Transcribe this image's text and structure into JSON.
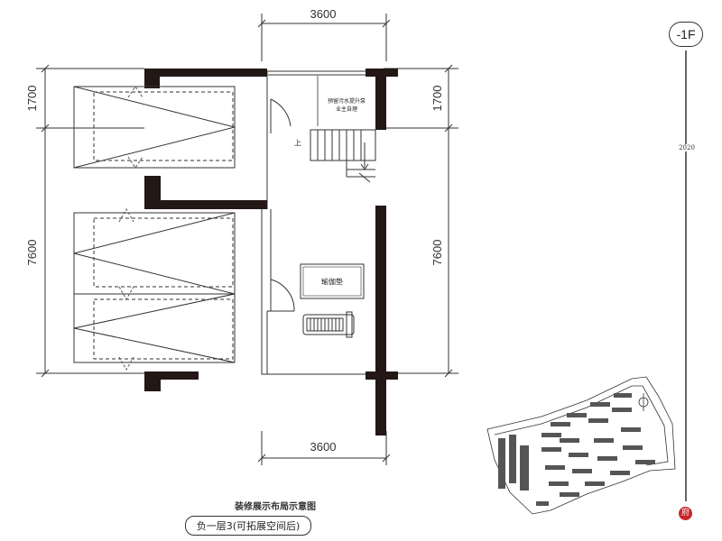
{
  "dimensions": {
    "top_width": "3600",
    "bottom_width": "3600",
    "left_top": "1700",
    "left_main": "7600",
    "right_top": "1700",
    "right_main": "7600"
  },
  "rooms": {
    "note_line1": "预留污水提升泵",
    "note_line2": "业主自理",
    "stair_up": "上",
    "gym_label": "瑜伽垫"
  },
  "caption": {
    "title": "装修展示布局示意图",
    "subtitle": "负一层3(可拓展空间后)"
  },
  "sidebar": {
    "floor": "-1F",
    "year": "2020",
    "seal_char": "府"
  },
  "colors": {
    "wall": "#231815",
    "line": "#333333",
    "seal": "#c8252a"
  }
}
